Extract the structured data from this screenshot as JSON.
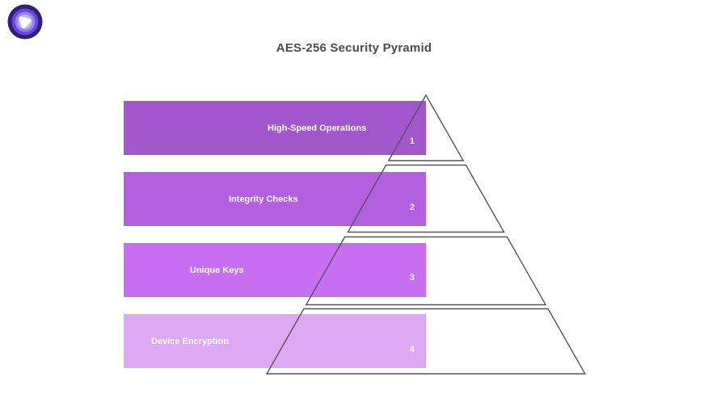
{
  "logo": {
    "name": "brand-logo",
    "colors": {
      "outer": "#311e78",
      "ring": "#6747d8",
      "inner_ring": "#9480ee",
      "center": "#c3b4f8",
      "glyph": "#ffffff"
    }
  },
  "chart_data": {
    "type": "pyramid",
    "title": "AES-256 Security Pyramid",
    "title_color": "#4d4d4d",
    "outline_color": "#555555",
    "levels": [
      {
        "rank": "1",
        "label": "High-Speed Operations",
        "color": "#a156cb"
      },
      {
        "rank": "2",
        "label": "Integrity Checks",
        "color": "#b25fe0"
      },
      {
        "rank": "3",
        "label": "Unique Keys",
        "color": "#c76ef2"
      },
      {
        "rank": "4",
        "label": "Device Encryption",
        "color": "#dda9f2"
      }
    ]
  }
}
